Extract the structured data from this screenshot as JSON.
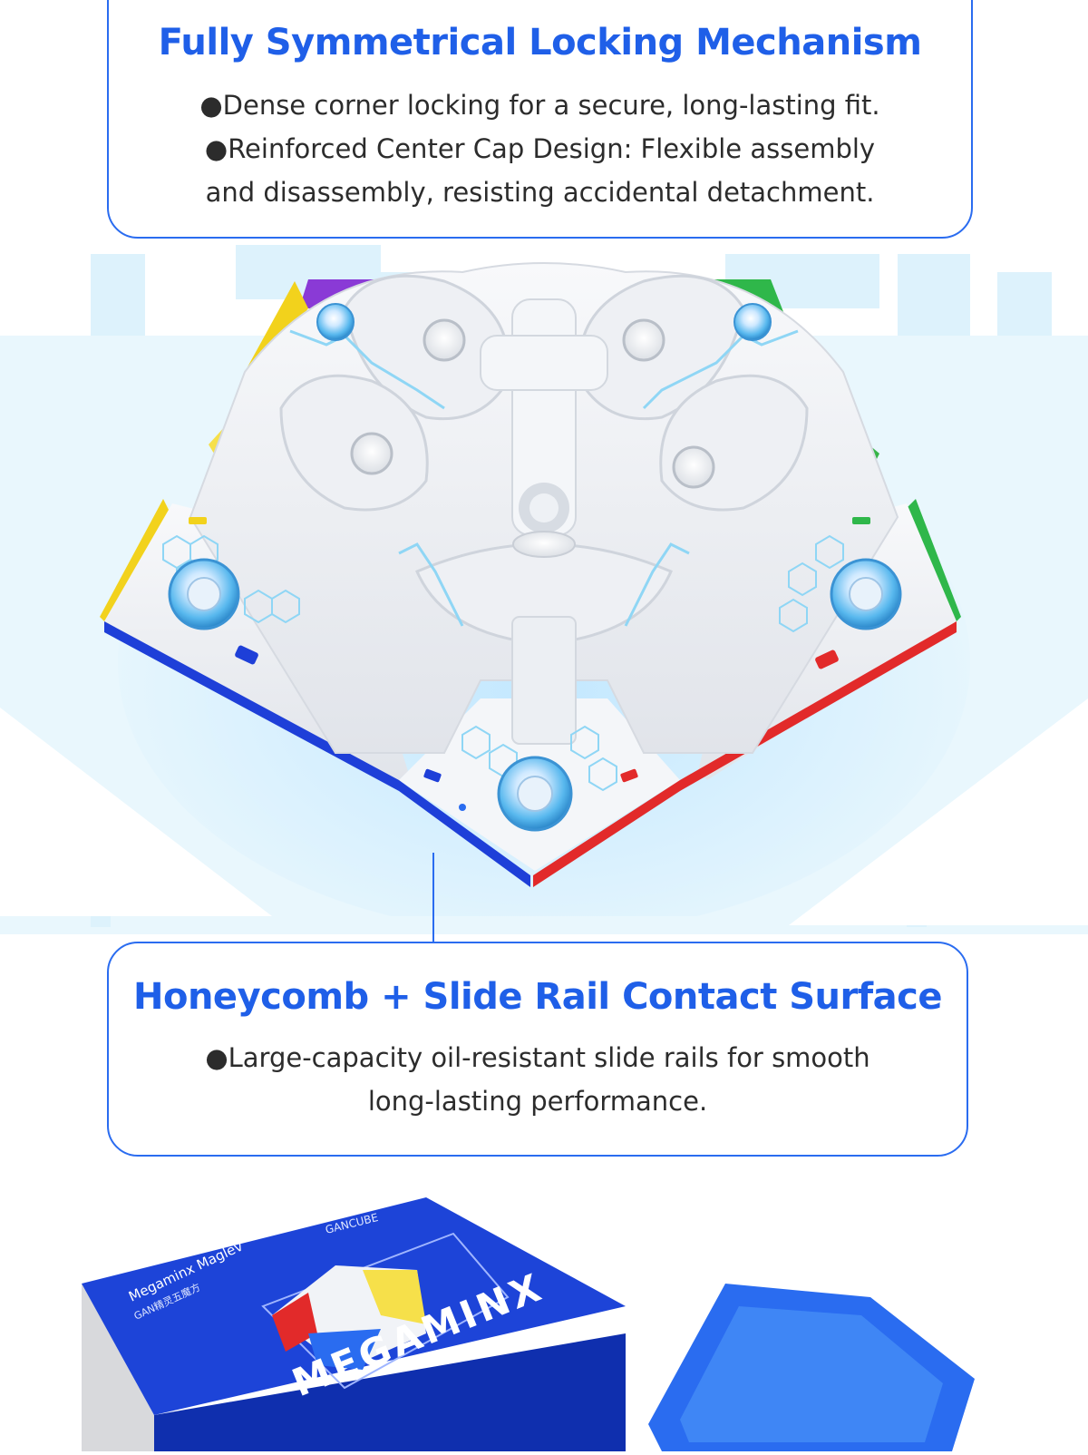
{
  "top_callout": {
    "title": "Fully Symmetrical Locking Mechanism",
    "lines": [
      "●Dense corner locking for a secure, long-lasting fit.",
      "●Reinforced Center Cap Design: Flexible assembly",
      "and disassembly, resisting accidental detachment."
    ]
  },
  "bottom_callout": {
    "title": "Honeycomb + Slide Rail Contact Surface",
    "lines": [
      "●Large-capacity oil-resistant slide rails for smooth",
      "long-lasting performance."
    ]
  },
  "product_box": {
    "brand": "GANCUBE",
    "name": "Megaminx Maglev",
    "name_cn": "GAN精灵五魔方",
    "logo_text": "MEGAMINX"
  },
  "colors": {
    "accent": "#1f5fe8",
    "border": "#2a6cf0",
    "background_band": "#e9f7fd",
    "box_blue": "#1d44d8"
  }
}
